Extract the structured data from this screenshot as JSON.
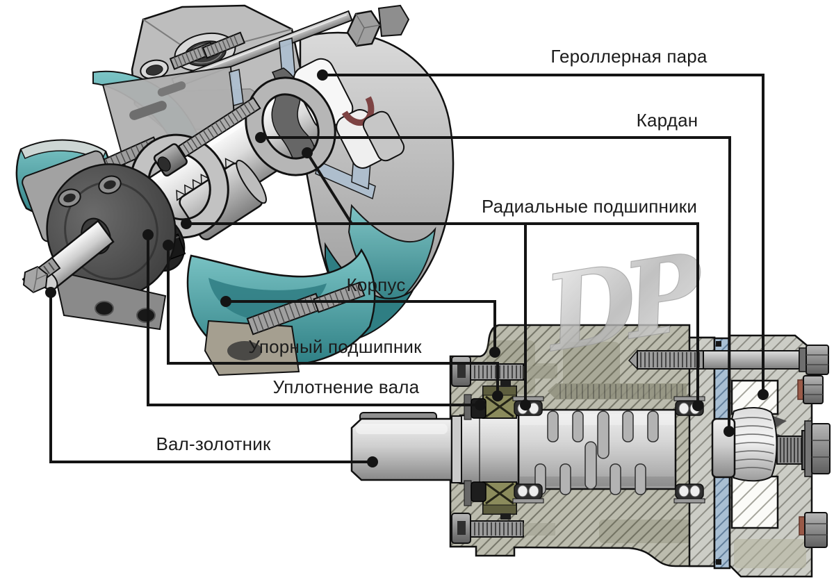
{
  "diagram": {
    "watermark_text": "DP",
    "callouts": [
      {
        "id": "gerollernaya-para",
        "text": "Героллерная пара"
      },
      {
        "id": "kardan",
        "text": "Кардан"
      },
      {
        "id": "radialnye-podshipniki",
        "text": "Радиальные подшипники"
      },
      {
        "id": "korpus",
        "text": "Корпус"
      },
      {
        "id": "uporny-podshipnik",
        "text": "Упорный подшипник"
      },
      {
        "id": "uplotnenie-vala",
        "text": "Уплотнение вала"
      },
      {
        "id": "val-zolotnik",
        "text": "Вал-золотник"
      }
    ],
    "colors": {
      "background": "#ffffff",
      "leader_line": "#141414",
      "label_text": "#1c1c1c",
      "housing_teal": "#58aeb0",
      "section_hatch_beige": "#bcbcae",
      "section_hatch_blue": "#a9bfd3",
      "metal_light": "#e8e8e8",
      "watermark_silver": "#c9c9c9"
    }
  }
}
